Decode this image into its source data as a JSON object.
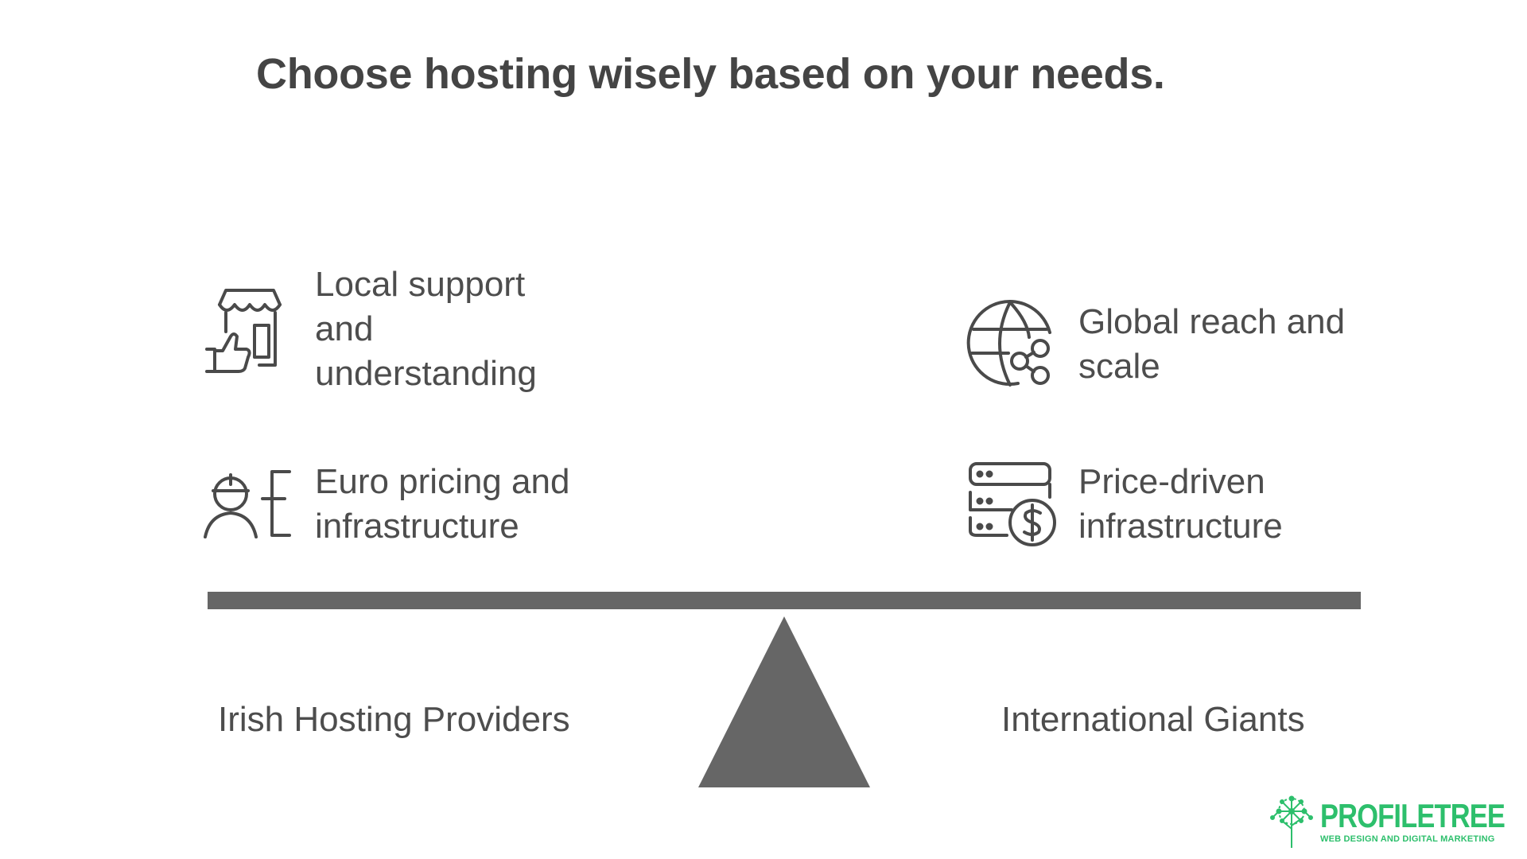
{
  "title": "Choose hosting wisely based on your needs.",
  "left": {
    "label": "Irish Hosting Providers",
    "items": [
      {
        "icon": "storefront-thumbs-up-icon",
        "text": "Local support and understanding"
      },
      {
        "icon": "worker-euro-icon",
        "text": "Euro pricing and infrastructure"
      }
    ]
  },
  "right": {
    "label": "International Giants",
    "items": [
      {
        "icon": "globe-share-icon",
        "text": "Global reach and scale"
      },
      {
        "icon": "server-dollar-icon",
        "text": "Price-driven infrastructure"
      }
    ]
  },
  "logo": {
    "name": "PROFILETREE",
    "tagline": "WEB DESIGN AND DIGITAL MARKETING"
  },
  "colors": {
    "beam": "#666666",
    "text": "#4d4d4d",
    "brand": "#2dbf6c"
  }
}
